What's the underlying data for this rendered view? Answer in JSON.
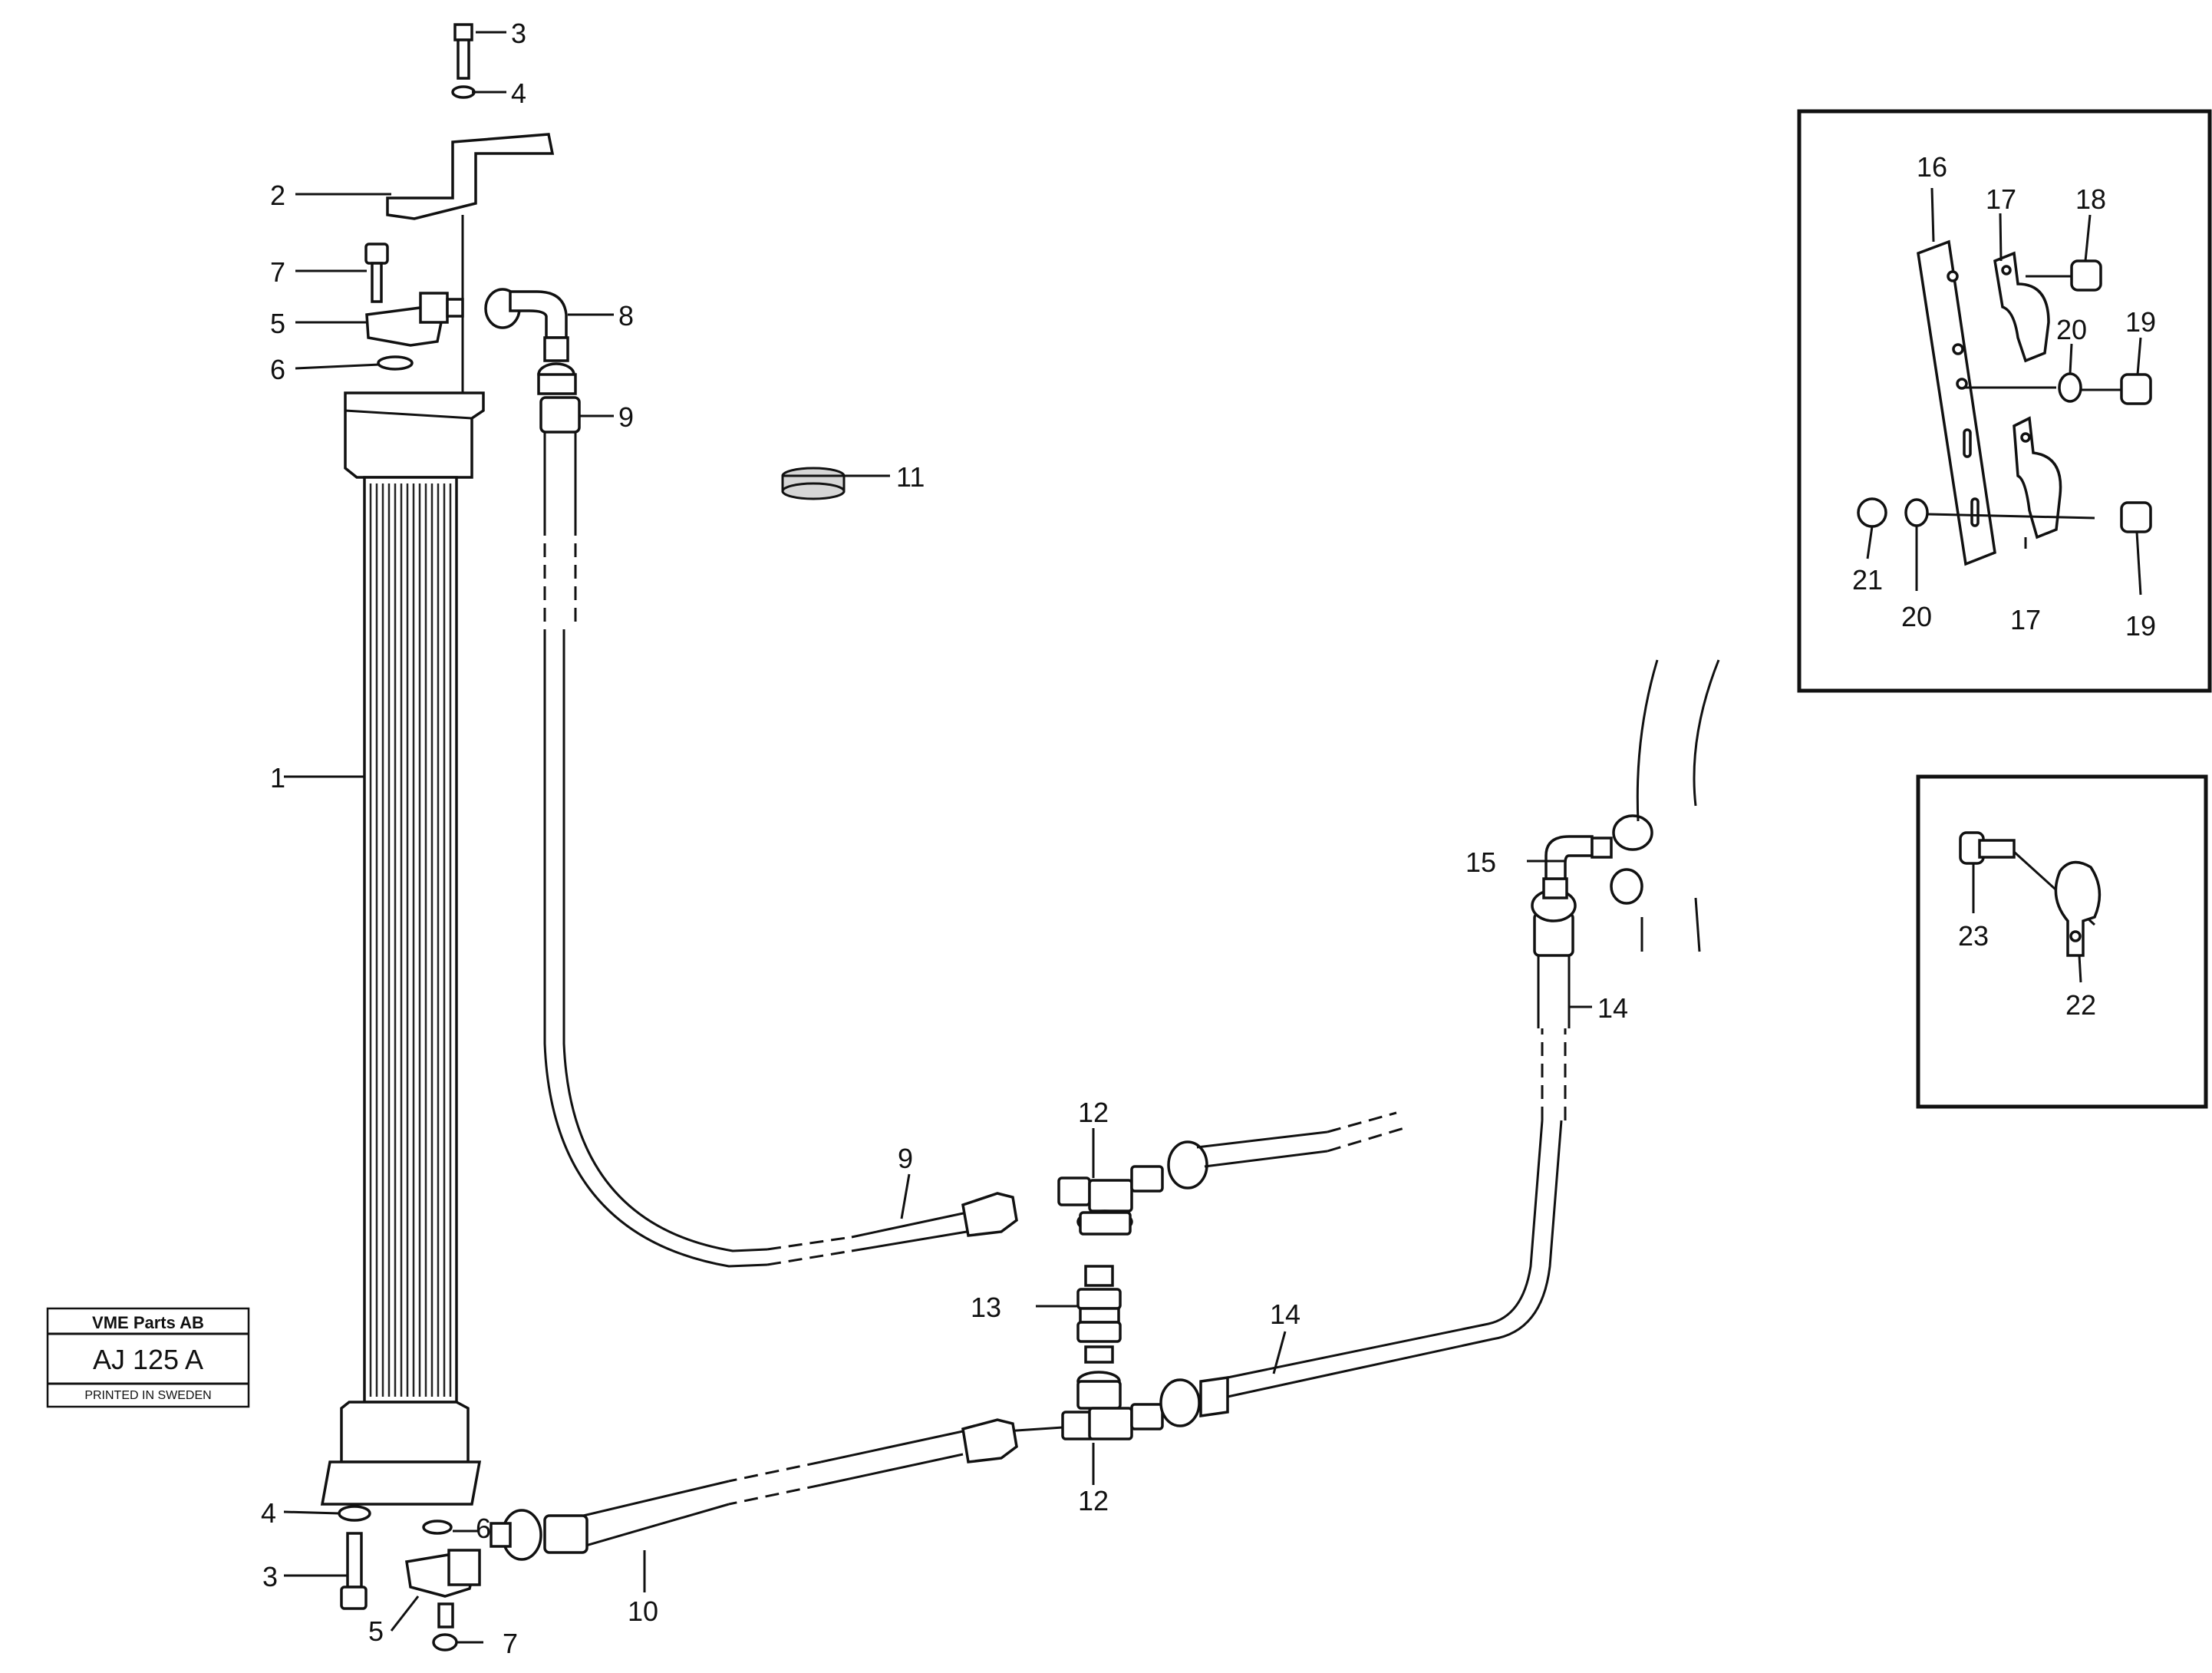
{
  "callouts": {
    "c1": "1",
    "c2": "2",
    "c3a": "3",
    "c3b": "3",
    "c4a": "4",
    "c4b": "4",
    "c5a": "5",
    "c5b": "5",
    "c6a": "6",
    "c6b": "6",
    "c7a": "7",
    "c7b": "7",
    "c8": "8",
    "c9a": "9",
    "c9b": "9",
    "c10": "10",
    "c11": "11",
    "c12a": "12",
    "c12b": "12",
    "c13": "13",
    "c14a": "14",
    "c14b": "14",
    "c15": "15",
    "c16": "16",
    "c17a": "17",
    "c17b": "17",
    "c18": "18",
    "c19a": "19",
    "c19b": "19",
    "c20a": "20",
    "c20b": "20",
    "c21": "21",
    "c22": "22",
    "c23": "23"
  },
  "stamp": {
    "company": "VME Parts AB",
    "code": "AJ 125 A",
    "printed": "PRINTED IN SWEDEN"
  }
}
